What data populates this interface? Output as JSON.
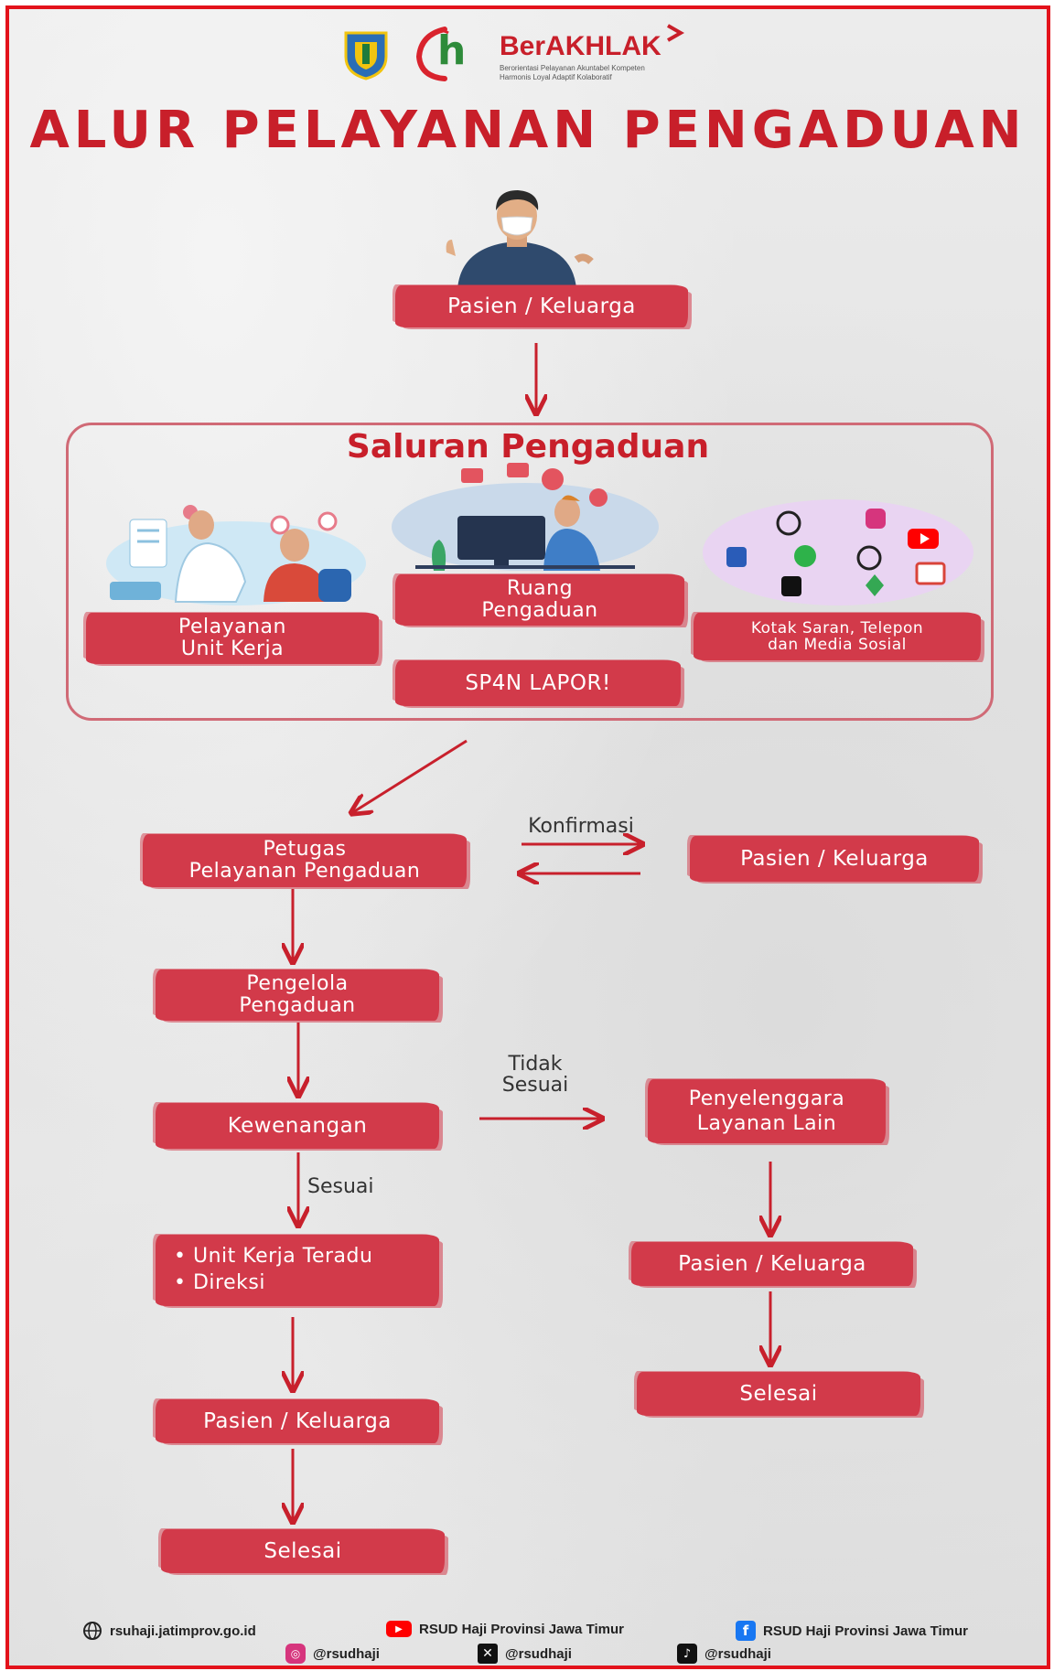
{
  "logos": {
    "brand": "BerAKHLAK",
    "tagline_1": "Berorientasi Pelayanan Akuntabel Kompeten",
    "tagline_2": "Harmonis Loyal Adaptif Kolaboratif",
    "hospital_mark": "h"
  },
  "title": "ALUR PELAYANAN PENGADUAN",
  "nodes": {
    "start": "Pasien / Keluarga",
    "channels_title": "Saluran Pengaduan",
    "ch_unit": [
      "Pelayanan",
      "Unit Kerja"
    ],
    "ch_room": [
      "Ruang",
      "Pengaduan"
    ],
    "ch_box": [
      "Kotak Saran, Telepon",
      "dan Media Sosial"
    ],
    "ch_sp4n": "SP4N LAPOR!",
    "petugas": [
      "Petugas",
      "Pelayanan Pengaduan"
    ],
    "konfirmasi": "Konfirmasi",
    "pasien_confirm": "Pasien / Keluarga",
    "pengelola": [
      "Pengelola",
      "Pengaduan"
    ],
    "kewenangan": "Kewenangan",
    "tidak_sesuai": [
      "Tidak",
      "Sesuai"
    ],
    "sesuai": "Sesuai",
    "penyelenggara": [
      "Penyelenggara",
      "Layanan Lain"
    ],
    "unit_bullets": [
      "Unit Kerja Teradu",
      "Direksi"
    ],
    "pasien_left": "Pasien / Keluarga",
    "pasien_right": "Pasien / Keluarga",
    "selesai_left": "Selesai",
    "selesai_right": "Selesai"
  },
  "footer": {
    "website": "rsuhaji.jatimprov.go.id",
    "youtube": "RSUD Haji Provinsi Jawa Timur",
    "facebook": "RSUD Haji Provinsi Jawa Timur",
    "instagram": "@rsudhaji",
    "x": "@rsudhaji",
    "tiktok": "@rsudhaji"
  },
  "colors": {
    "brush": "#d23a4a",
    "title": "#c81f2a",
    "frame": "#e3121b"
  }
}
